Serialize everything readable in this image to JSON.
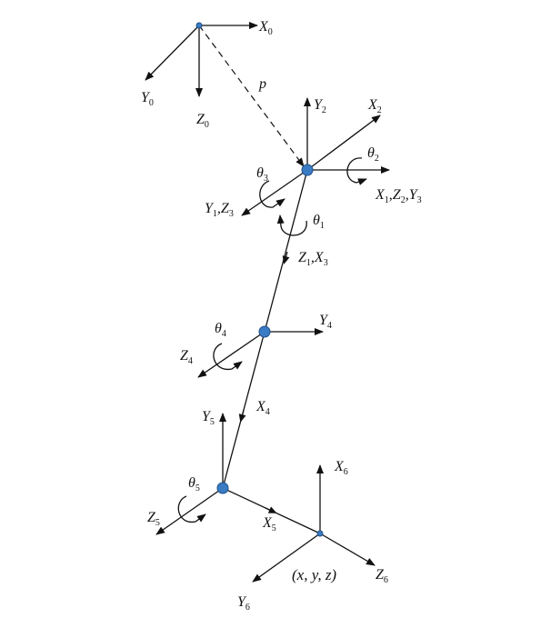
{
  "colors": {
    "joint": "#3a7cc4",
    "line": "#111111"
  },
  "labels": {
    "X0": {
      "main": "X",
      "sub": "0"
    },
    "Y0": {
      "main": "Y",
      "sub": "0"
    },
    "Z0": {
      "main": "Z",
      "sub": "0"
    },
    "p": {
      "main": "p"
    },
    "Y2": {
      "main": "Y",
      "sub": "2"
    },
    "X2": {
      "main": "X",
      "sub": "2"
    },
    "theta2": {
      "main": "θ",
      "sub": "2"
    },
    "theta3": {
      "main": "θ",
      "sub": "3"
    },
    "theta1": {
      "main": "θ",
      "sub": "1"
    },
    "X1Z2Y3": {
      "a": "X",
      "a_sub": "1",
      "b": ",Z",
      "b_sub": "2",
      "c": ",Y",
      "c_sub": "3"
    },
    "Y1Z3": {
      "a": "Y",
      "a_sub": "1",
      "b": ",Z",
      "b_sub": "3"
    },
    "Z1X3": {
      "a": "Z",
      "a_sub": "1",
      "b": ",X",
      "b_sub": "3"
    },
    "theta4": {
      "main": "θ",
      "sub": "4"
    },
    "Y4": {
      "main": "Y",
      "sub": "4"
    },
    "Z4": {
      "main": "Z",
      "sub": "4"
    },
    "X4": {
      "main": "X",
      "sub": "4"
    },
    "Y5": {
      "main": "Y",
      "sub": "5"
    },
    "theta5": {
      "main": "θ",
      "sub": "5"
    },
    "Z5": {
      "main": "Z",
      "sub": "5"
    },
    "X5": {
      "main": "X",
      "sub": "5"
    },
    "X6": {
      "main": "X",
      "sub": "6"
    },
    "Y6": {
      "main": "Y",
      "sub": "6"
    },
    "Z6": {
      "main": "Z",
      "sub": "6"
    },
    "point": "(x, y, z)"
  }
}
